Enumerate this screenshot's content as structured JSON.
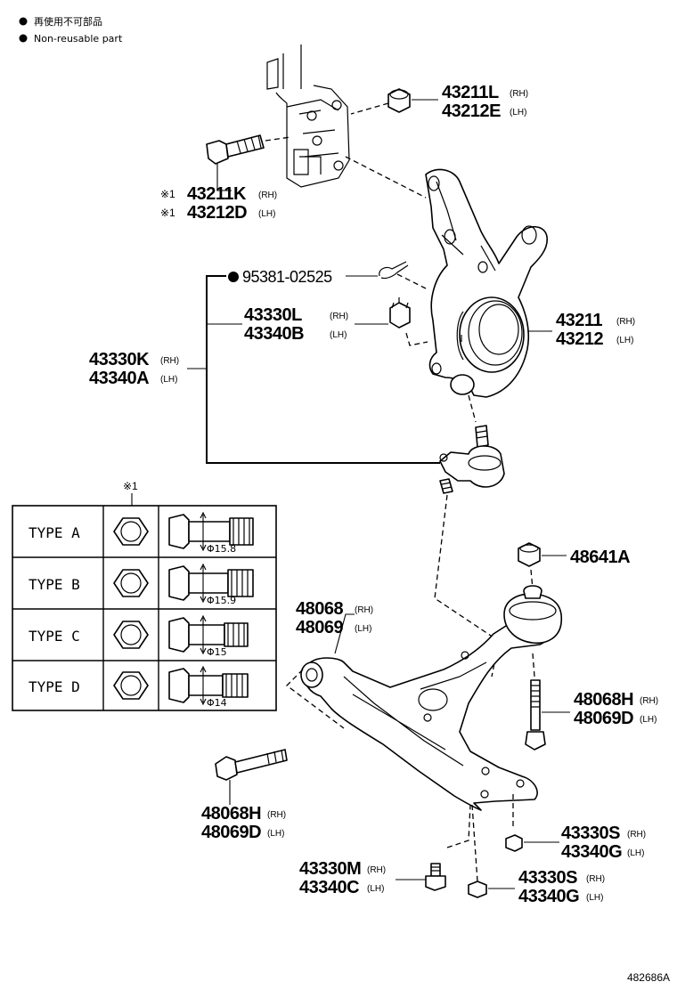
{
  "legend": [
    {
      "icon": "filled-circle",
      "text": "再使用不可部品"
    },
    {
      "icon": "filled-circle",
      "text": "Non-reusable part"
    }
  ],
  "callouts": [
    {
      "id": "nut-upper",
      "marker": "",
      "rh": "43211L",
      "rh_sfx": "(RH)",
      "lh": "43212E",
      "lh_sfx": "(LH)"
    },
    {
      "id": "bolt-upper",
      "marker": "※1",
      "rh": "43211K",
      "rh_sfx": "(RH)",
      "lh": "43212D",
      "lh_sfx": "(LH)"
    },
    {
      "id": "cotter-pin",
      "marker": "●",
      "single": "95381-02525"
    },
    {
      "id": "ball-joint-nut",
      "marker": "",
      "rh": "43330L",
      "rh_sfx": "(RH)",
      "lh": "43340B",
      "lh_sfx": "(LH)"
    },
    {
      "id": "knuckle",
      "marker": "",
      "rh": "43211",
      "rh_sfx": "(RH)",
      "lh": "43212",
      "lh_sfx": "(LH)"
    },
    {
      "id": "ball-joint",
      "marker": "",
      "rh": "43330K",
      "rh_sfx": "(RH)",
      "lh": "43340A",
      "lh_sfx": "(LH)"
    },
    {
      "id": "nut-arm",
      "marker": "",
      "single": "48641A"
    },
    {
      "id": "lower-arm",
      "marker": "",
      "rh": "48068",
      "rh_sfx": "(RH)",
      "lh": "48069",
      "lh_sfx": "(LH)"
    },
    {
      "id": "bolt-rear",
      "marker": "",
      "rh": "48068H",
      "rh_sfx": "(RH)",
      "lh": "48069D",
      "lh_sfx": "(LH)"
    },
    {
      "id": "bolt-front",
      "marker": "",
      "rh": "48068H",
      "rh_sfx": "(RH)",
      "lh": "48069D",
      "lh_sfx": "(LH)"
    },
    {
      "id": "nut-bj-1",
      "marker": "",
      "rh": "43330S",
      "rh_sfx": "(RH)",
      "lh": "43340G",
      "lh_sfx": "(LH)"
    },
    {
      "id": "bolt-bj",
      "marker": "",
      "rh": "43330M",
      "rh_sfx": "(RH)",
      "lh": "43340C",
      "lh_sfx": "(LH)"
    },
    {
      "id": "nut-bj-2",
      "marker": "",
      "rh": "43330S",
      "rh_sfx": "(RH)",
      "lh": "43340G",
      "lh_sfx": "(LH)"
    }
  ],
  "type_table": {
    "header_mark": "※1",
    "rows": [
      {
        "type": "TYPE A",
        "dia": "Φ15.8"
      },
      {
        "type": "TYPE B",
        "dia": "Φ15.9"
      },
      {
        "type": "TYPE C",
        "dia": "Φ15"
      },
      {
        "type": "TYPE D",
        "dia": "Φ14"
      }
    ]
  },
  "figure_id": "482686A"
}
